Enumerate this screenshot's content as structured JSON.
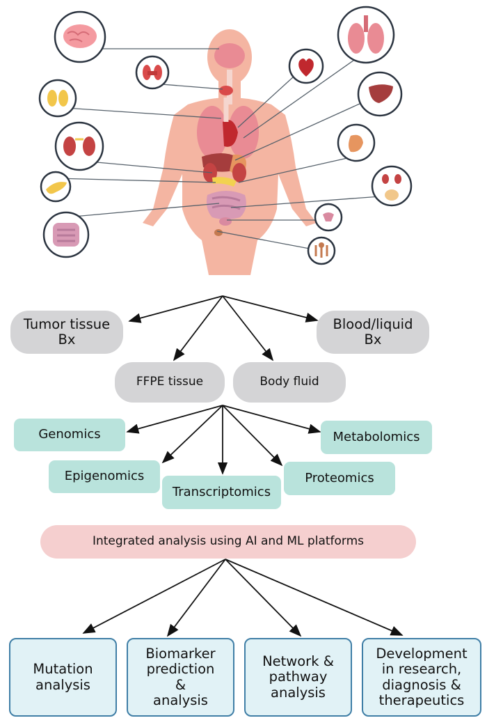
{
  "specimens": {
    "tumor_tissue": "Tumor tissue\nBx",
    "blood_liquid": "Blood/liquid\nBx",
    "ffpe": "FFPE tissue",
    "body_fluid": "Body fluid"
  },
  "omics": {
    "genomics": "Genomics",
    "metabolomics": "Metabolomics",
    "epigenomics": "Epigenomics",
    "transcriptomics": "Transcriptomics",
    "proteomics": "Proteomics"
  },
  "integration": "Integrated analysis using AI and ML platforms",
  "outputs": {
    "mutation": "Mutation\nanalysis",
    "biomarker": "Biomarker\nprediction\n&\nanalysis",
    "network": "Network &\npathway\nanalysis",
    "development": "Development\nin research,\ndiagnosis &\ntherapeutics"
  },
  "organ_icons": [
    "brain-icon",
    "thyroid-icon",
    "lungs-icon",
    "heart-icon",
    "liver-icon",
    "adrenal-icon",
    "stomach-icon",
    "kidney-icon",
    "bladder-icon",
    "pancreas-icon",
    "uterus-icon",
    "intestine-icon",
    "prostate-icon"
  ],
  "colors": {
    "skin": "#f4b5a2",
    "organ_red": "#d94a4a",
    "lung_pink": "#e98b94",
    "circle_stroke": "#2b3440",
    "pill_gray": "#d4d4d6",
    "omics_teal": "#b9e3dc",
    "integration_pink": "#f5cfcf",
    "output_fill": "#e1f2f6",
    "output_border": "#3f7ea6"
  }
}
